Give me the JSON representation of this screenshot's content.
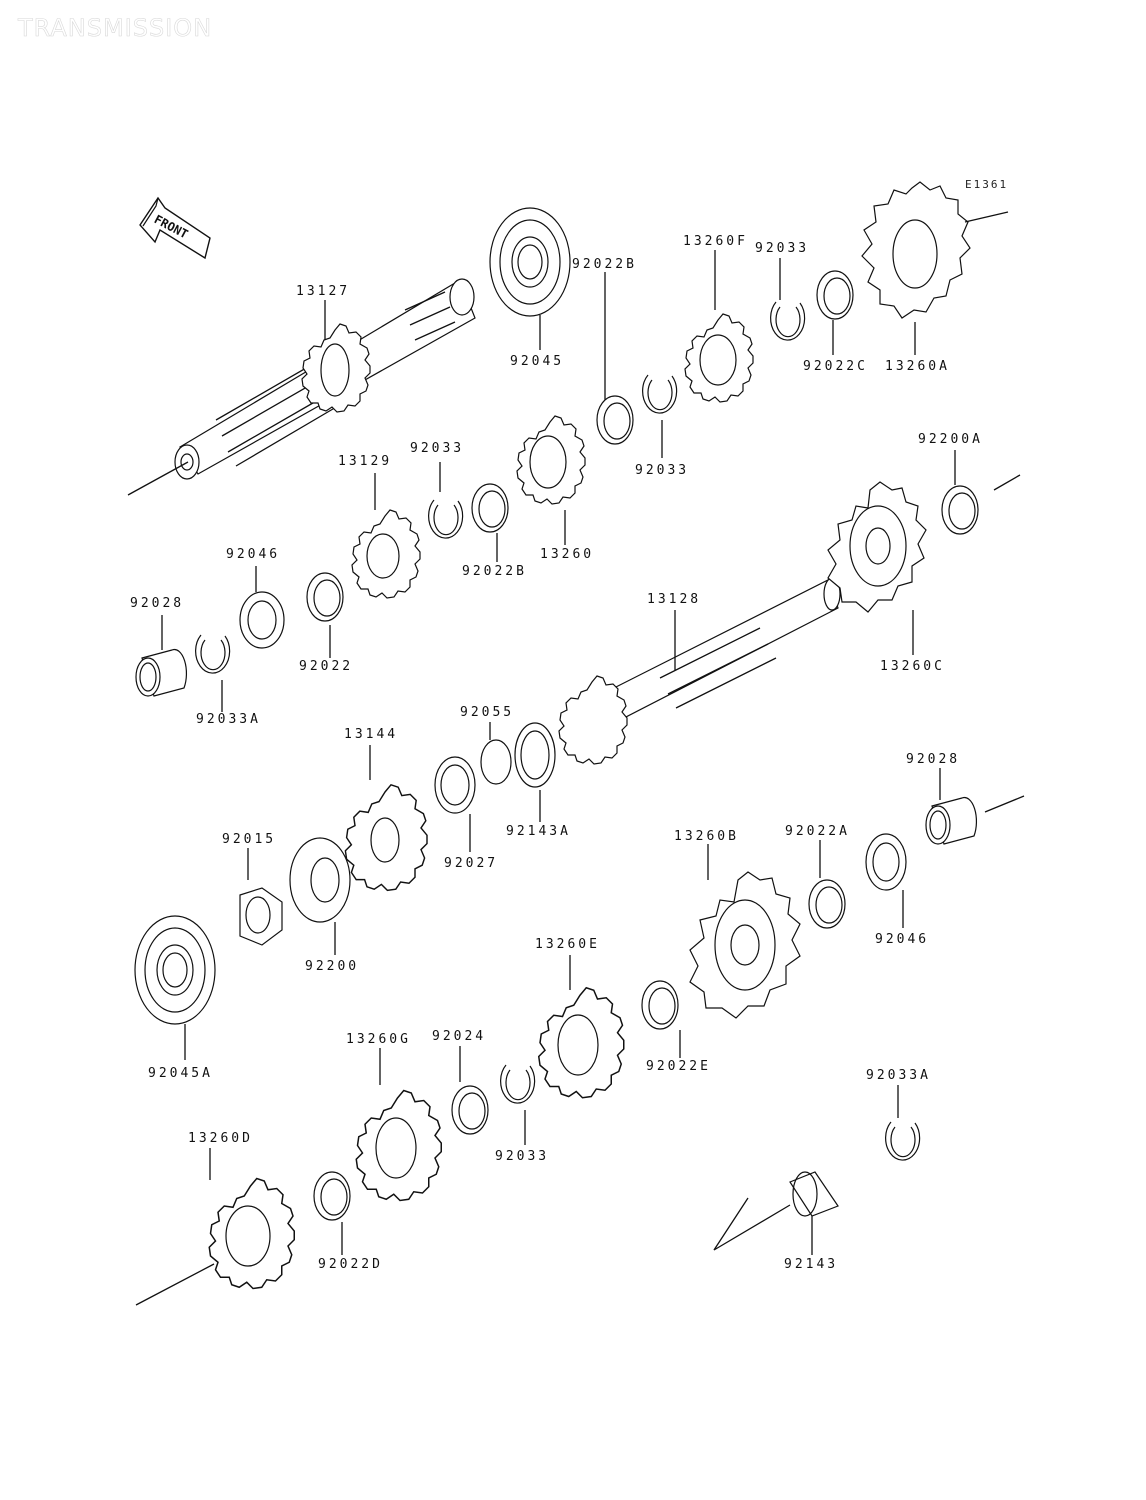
{
  "header": {
    "title": "TRANSMISSION",
    "drawing_code": "E1361"
  },
  "front_marker": {
    "label": "FRONT",
    "icon": "front-arrow-icon"
  },
  "parts": [
    {
      "id": "13127",
      "label": "13127"
    },
    {
      "id": "92045",
      "label": "92045"
    },
    {
      "id": "13260F",
      "label": "13260F"
    },
    {
      "id": "92033_a",
      "label": "92033"
    },
    {
      "id": "13260A",
      "label": "13260A"
    },
    {
      "id": "92022C",
      "label": "92022C"
    },
    {
      "id": "92022B_a",
      "label": "92022B"
    },
    {
      "id": "92033_b",
      "label": "92033"
    },
    {
      "id": "13260",
      "label": "13260"
    },
    {
      "id": "92033_c",
      "label": "92033"
    },
    {
      "id": "92022B_b",
      "label": "92022B"
    },
    {
      "id": "13129",
      "label": "13129"
    },
    {
      "id": "92046_a",
      "label": "92046"
    },
    {
      "id": "92028_a",
      "label": "92028"
    },
    {
      "id": "92022",
      "label": "92022"
    },
    {
      "id": "92033A_a",
      "label": "92033A"
    },
    {
      "id": "92200A",
      "label": "92200A"
    },
    {
      "id": "13128",
      "label": "13128"
    },
    {
      "id": "13260C",
      "label": "13260C"
    },
    {
      "id": "92055",
      "label": "92055"
    },
    {
      "id": "13144",
      "label": "13144"
    },
    {
      "id": "92143A",
      "label": "92143A"
    },
    {
      "id": "92027",
      "label": "92027"
    },
    {
      "id": "92015",
      "label": "92015"
    },
    {
      "id": "92200",
      "label": "92200"
    },
    {
      "id": "92028_b",
      "label": "92028"
    },
    {
      "id": "13260B",
      "label": "13260B"
    },
    {
      "id": "92022A",
      "label": "92022A"
    },
    {
      "id": "92046_b",
      "label": "92046"
    },
    {
      "id": "92045A",
      "label": "92045A"
    },
    {
      "id": "13260E",
      "label": "13260E"
    },
    {
      "id": "13260G",
      "label": "13260G"
    },
    {
      "id": "92024",
      "label": "92024"
    },
    {
      "id": "92022E",
      "label": "92022E"
    },
    {
      "id": "92033_d",
      "label": "92033"
    },
    {
      "id": "92033A_b",
      "label": "92033A"
    },
    {
      "id": "13260D",
      "label": "13260D"
    },
    {
      "id": "92022D",
      "label": "92022D"
    },
    {
      "id": "92143",
      "label": "92143"
    }
  ]
}
